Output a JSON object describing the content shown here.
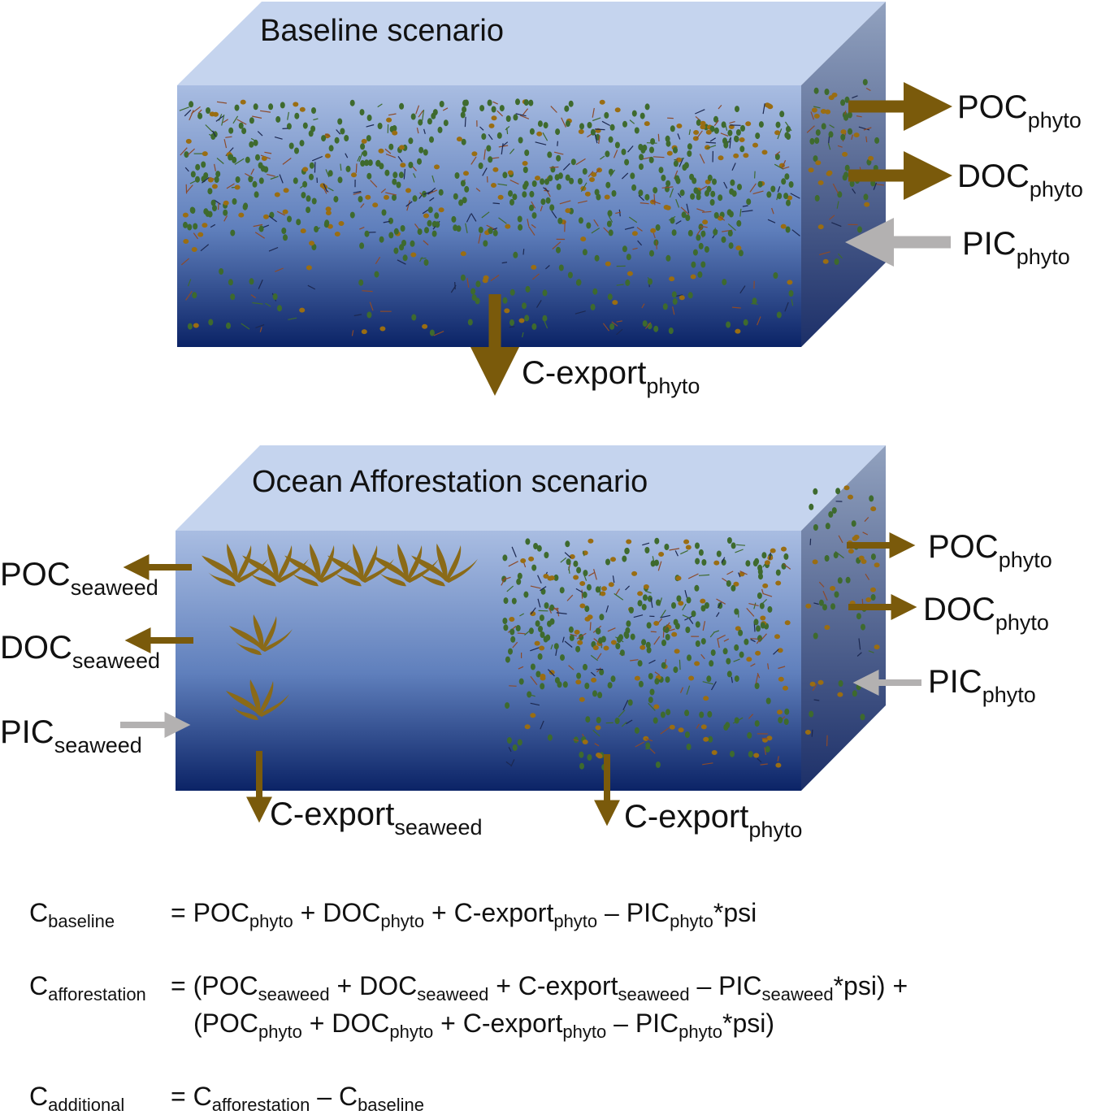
{
  "colors": {
    "box_top": "#c5d4ee",
    "box_front_top": "#a9bde2",
    "box_front_mid": "#5f7fbc",
    "box_front_bottom": "#0b2366",
    "box_side_top": "#92a2bf",
    "box_side_bottom": "#1c2f68",
    "organic_arrow": "#7a5a0b",
    "inorganic_arrow": "#b3b1b1",
    "seaweed": "#8a6a18",
    "phyto_green": "#3e6a2e",
    "phyto_brown": "#9a6d12"
  },
  "baseline": {
    "title": "Baseline scenario",
    "labels": [
      {
        "main": "POC",
        "sub": "phyto"
      },
      {
        "main": "DOC",
        "sub": "phyto"
      },
      {
        "main": "PIC",
        "sub": "phyto"
      },
      {
        "main": "C-export",
        "sub": "phyto"
      }
    ]
  },
  "afforestation": {
    "title": "Ocean Afforestation scenario",
    "left_labels": [
      {
        "main": "POC",
        "sub": "seaweed"
      },
      {
        "main": "DOC",
        "sub": "seaweed"
      },
      {
        "main": "PIC",
        "sub": "seaweed"
      }
    ],
    "right_labels": [
      {
        "main": "POC",
        "sub": "phyto"
      },
      {
        "main": "DOC",
        "sub": "phyto"
      },
      {
        "main": "PIC",
        "sub": "phyto"
      }
    ],
    "export_seaweed": {
      "main": "C-export",
      "sub": "seaweed"
    },
    "export_phyto": {
      "main": "C-export",
      "sub": "phyto"
    }
  },
  "equations": {
    "baseline": {
      "lhs": {
        "main": "C",
        "sub": "baseline"
      },
      "rhs": [
        {
          "t": "= POC"
        },
        {
          "s": "phyto"
        },
        {
          "t": " + DOC"
        },
        {
          "s": "phyto"
        },
        {
          "t": " + C-export"
        },
        {
          "s": "phyto"
        },
        {
          "t": " – PIC"
        },
        {
          "s": "phyto"
        },
        {
          "t": "*psi"
        }
      ]
    },
    "afforestation": {
      "lhs": {
        "main": "C",
        "sub": "afforestation"
      },
      "rhs": [
        {
          "t": "= (POC"
        },
        {
          "s": "seaweed"
        },
        {
          "t": " + DOC"
        },
        {
          "s": "seaweed"
        },
        {
          "t": " + C-export"
        },
        {
          "s": "seaweed"
        },
        {
          "t": " – PIC"
        },
        {
          "s": "seaweed"
        },
        {
          "t": "*psi) +"
        }
      ],
      "rhs2": [
        {
          "t": "(POC"
        },
        {
          "s": "phyto"
        },
        {
          "t": " + DOC"
        },
        {
          "s": "phyto"
        },
        {
          "t": " + C-export"
        },
        {
          "s": "phyto"
        },
        {
          "t": " – PIC"
        },
        {
          "s": "phyto"
        },
        {
          "t": "*psi)"
        }
      ]
    },
    "additional": {
      "lhs": {
        "main": "C",
        "sub": "additional"
      },
      "rhs": [
        {
          "t": "= C"
        },
        {
          "s": "afforestation"
        },
        {
          "t": " – C"
        },
        {
          "s": "baseline"
        }
      ]
    }
  }
}
